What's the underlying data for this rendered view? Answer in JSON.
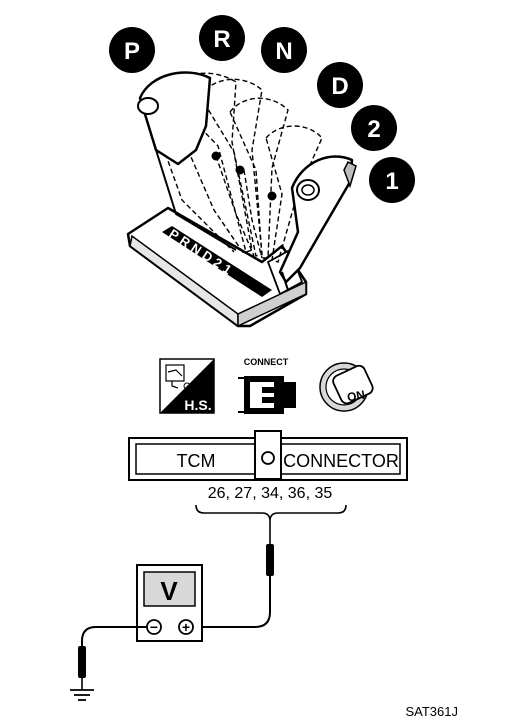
{
  "shift_positions": [
    "P",
    "R",
    "N",
    "D",
    "2",
    "1"
  ],
  "indicator_plate_text": "PRND21",
  "icons": {
    "harness_check": {
      "icon": "harness-sketch-icon",
      "label": "H.S."
    },
    "connect": {
      "icon": "connector-plug-icon",
      "label": "CONNECT"
    },
    "ignition": {
      "icon": "ignition-key-icon",
      "label": "ON"
    }
  },
  "connector": {
    "left_label": "TCM",
    "right_label": "CONNECTOR",
    "terminals": "26, 27, 34, 36, 35"
  },
  "voltmeter": {
    "label": "V",
    "minus": "−",
    "plus": "+"
  },
  "figure_code": "SAT361J",
  "colors": {
    "ink": "#000000",
    "paper": "#ffffff",
    "shade": "#d8d8d8"
  }
}
